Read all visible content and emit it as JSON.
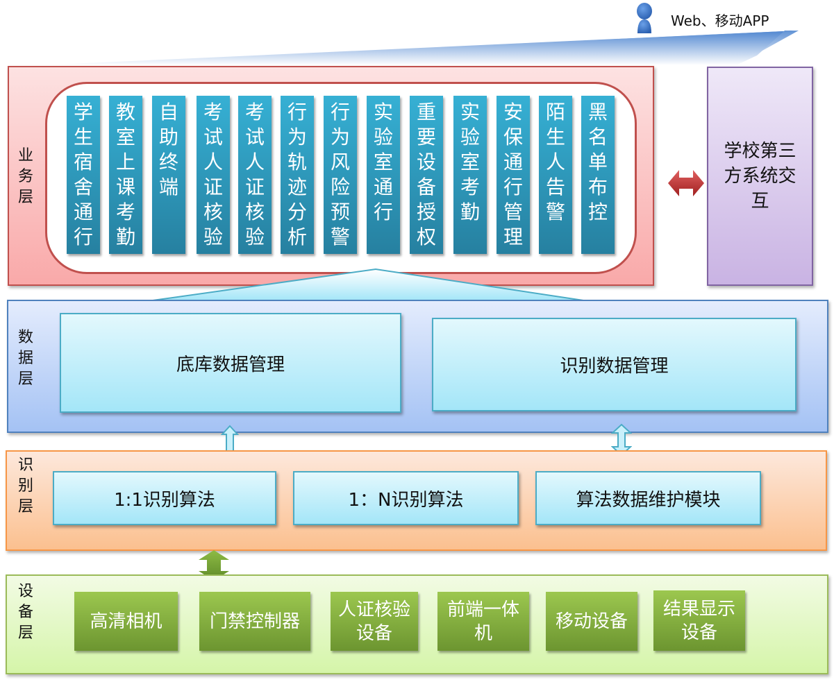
{
  "top": {
    "client_label": "Web、移动APP",
    "client_icon": "user-icon"
  },
  "business_layer": {
    "label": "业务层",
    "items": [
      "学生宿舍通行",
      "教室上课考勤",
      "自助终端",
      "考试人证核验",
      "考试人证核验",
      "行为轨迹分析",
      "行为风险预警",
      "实验室通行",
      "重要设备授权",
      "实验室考勤",
      "安保通行管理",
      "陌生人告警",
      "黑名单布控"
    ]
  },
  "third_party": {
    "label": "学校第三方系统交互"
  },
  "data_layer": {
    "label": "数据层",
    "modules": [
      "底库数据管理",
      "识别数据管理"
    ]
  },
  "recognition_layer": {
    "label": "识别层",
    "modules": [
      "1:1识别算法",
      "1：N识别算法",
      "算法数据维护模块"
    ]
  },
  "device_layer": {
    "label": "设备层",
    "devices": [
      "高清相机",
      "门禁控制器",
      "人证核验设备",
      "前端一体机",
      "移动设备",
      "结果显示设备"
    ]
  },
  "colors": {
    "business_border": "#c0504d",
    "business_item": "#2f9ac0",
    "third_party_border": "#8064a2",
    "data_border": "#4f81bd",
    "module_border": "#4bacc6",
    "recognition_border": "#f79646",
    "device_border": "#9bbb59",
    "device_box": "#7fac3c"
  }
}
